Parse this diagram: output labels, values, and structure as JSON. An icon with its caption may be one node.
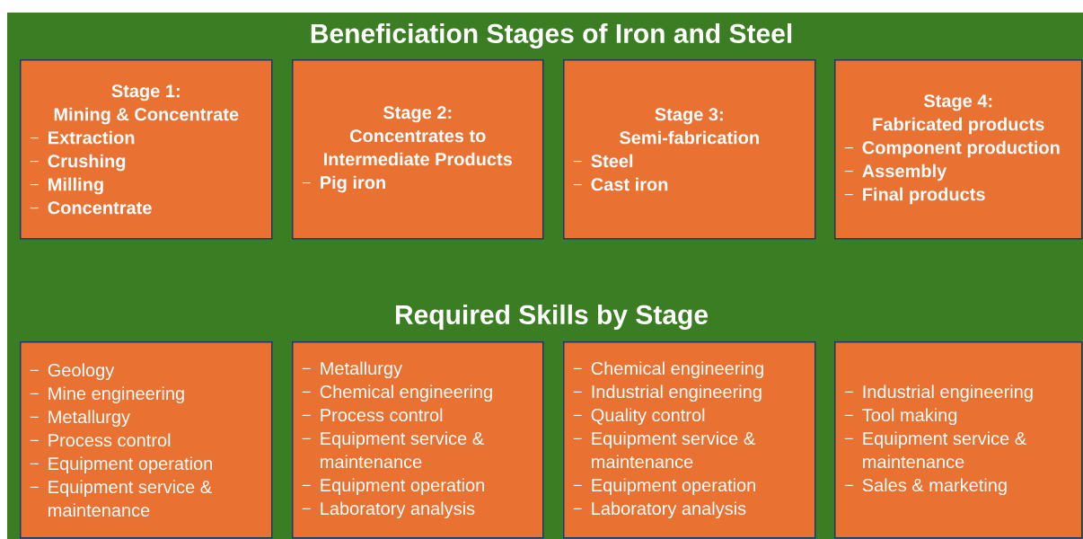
{
  "diagram": {
    "title": "Beneficiation Stages of Iron and Steel",
    "nodes": [
      {
        "text": [
          "Stage 1:",
          "Mining & Concentrate",
          "Extraction",
          "Crushing",
          "Milling",
          "Concentrate"
        ]
      },
      {
        "text": [
          "Stage 2:",
          "Concentrates to Intermediate Products",
          "Pig iron"
        ]
      },
      {
        "text": [
          "Stage 3:",
          "Semi-fabrication",
          "Steel",
          "Cast iron"
        ]
      },
      {
        "text": [
          "Stage 4:",
          "Fabricated products",
          "Component production",
          "Assembly",
          "Final products"
        ]
      },
      {
        "text": [
          "Geology",
          "Mine engineering",
          "Metallurgy",
          "Process control",
          "Equipment operation",
          "Equipment service & maintenance"
        ]
      },
      {
        "text": [
          "Metallurgy",
          "Chemical engineering",
          "Process control",
          "Equipment service & maintenance",
          "Equipment operation",
          "Laboratory analysis"
        ]
      },
      {
        "text": [
          "Chemical engineering",
          "Industrial engineering",
          "Quality control",
          "Equipment service & maintenance",
          "Equipment operation",
          "Laboratory analysis"
        ]
      },
      {
        "text": [
          "Industrial engineering",
          "Tool making",
          "Equipment service & maintenance",
          "Sales & marketing"
        ]
      }
    ],
    "labels": [
      "Required Skills by Stage"
    ]
  }
}
